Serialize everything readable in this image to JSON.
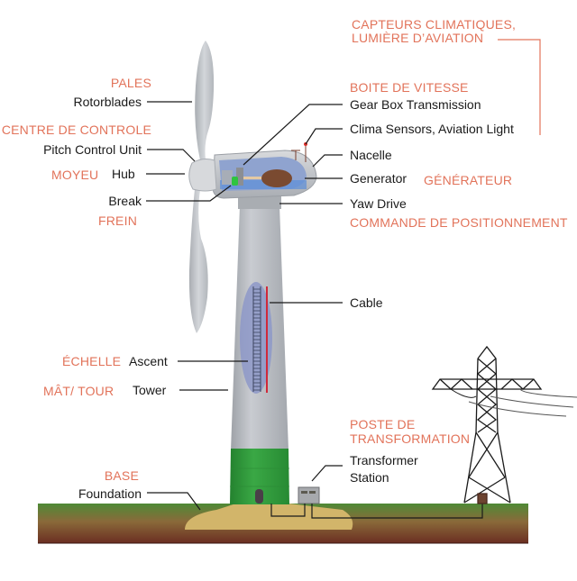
{
  "title": "Wind turbine components (English / French)",
  "colors": {
    "french_label": "#e2735a",
    "english_label": "#1a1a1a",
    "leader_line": "#1a1a1a",
    "sensor_bracket": "#e2735a",
    "tower_gray": "#b9bcc1",
    "tower_green": "#2f9a3d",
    "ground_top": "#4f8a36",
    "ground_mid": "#8a6a3a",
    "ground_bottom": "#6b2e22",
    "foundation": "#d2b56a",
    "cable_red": "#d0283a",
    "nacelle_inner": "#8fa3cf",
    "generator": "#7a4a30"
  },
  "labels": {
    "capteurs": {
      "fr": "CAPTEURS CLIMATIQUES,\nLUMIÈRE D’AVIATION"
    },
    "pales": {
      "fr": "PALES",
      "en": "Rotorblades"
    },
    "centre": {
      "fr": "CENTRE DE CONTROLE",
      "en": "Pitch Control Unit"
    },
    "moyeu": {
      "fr": "MOYEU",
      "en": "Hub"
    },
    "frein": {
      "fr": "FREIN",
      "en": "Break"
    },
    "boite": {
      "fr": "BOITE DE VITESSE",
      "en": "Gear Box Transmission"
    },
    "clima": {
      "en": "Clima Sensors, Aviation Light"
    },
    "nacelle": {
      "en": "Nacelle"
    },
    "generator": {
      "en": "Generator",
      "fr": "GÉNÉRATEUR"
    },
    "yaw": {
      "en": "Yaw Drive",
      "fr": "COMMANDE DE POSITIONNEMENT"
    },
    "cable": {
      "en": "Cable"
    },
    "echelle": {
      "fr": "ÉCHELLE",
      "en": "Ascent"
    },
    "mat": {
      "fr": "MÂT/ TOUR",
      "en": "Tower"
    },
    "poste": {
      "fr": "POSTE DE\nTRANSFORMATION",
      "en": "Transformer\nStation"
    },
    "base": {
      "fr": "BASE",
      "en": "Foundation"
    }
  }
}
